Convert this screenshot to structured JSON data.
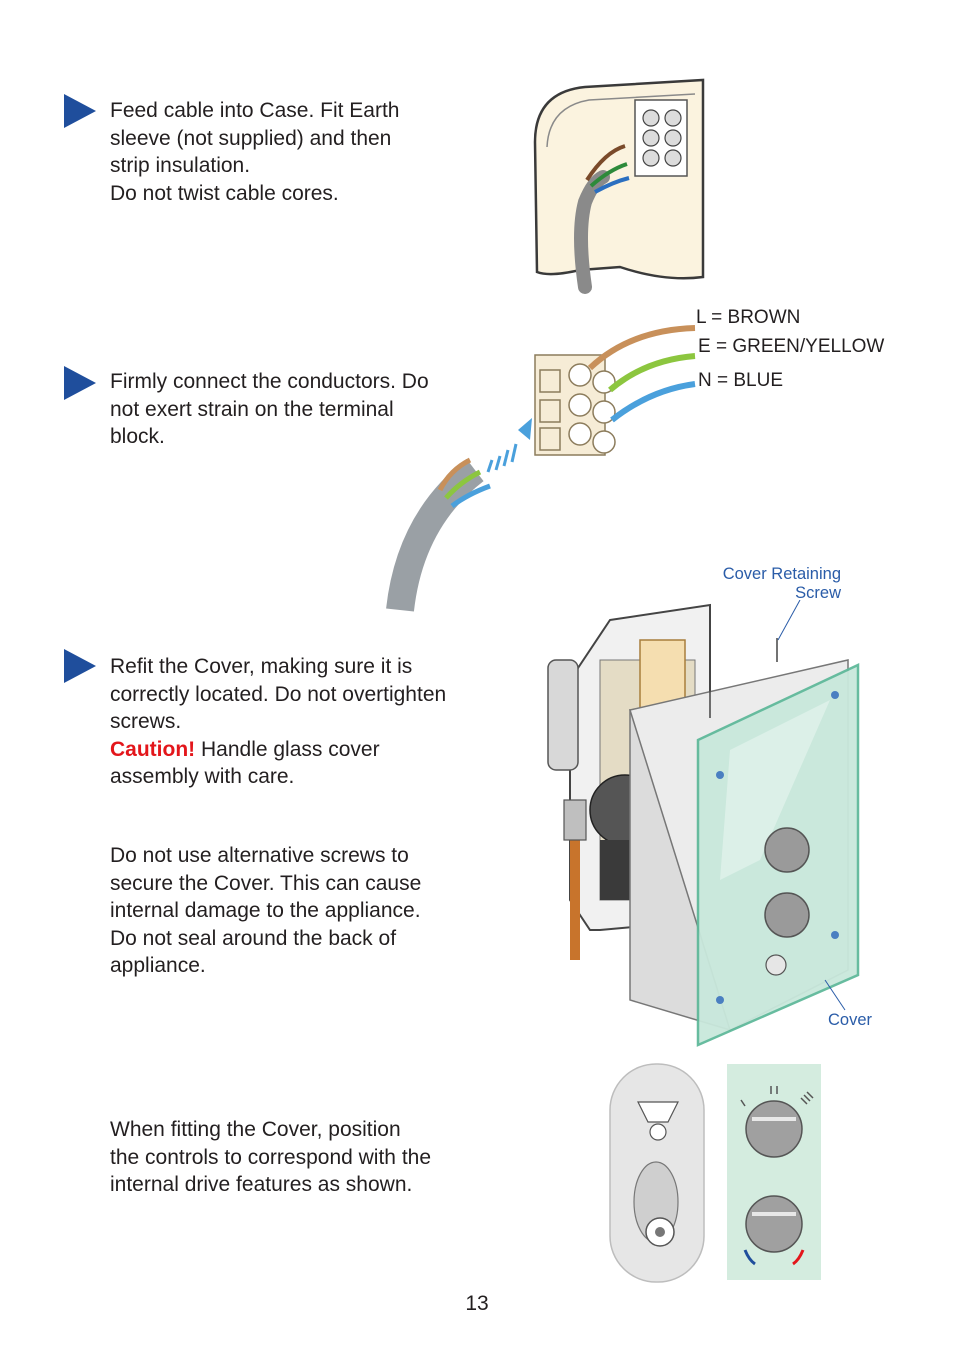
{
  "steps": [
    {
      "lines": [
        "Feed cable into Case.  Fit Earth",
        "sleeve (not supplied) and then",
        "strip insulation.",
        "Do not twist cable cores."
      ]
    },
    {
      "lines": [
        "Firmly connect the conductors.  Do",
        "not exert strain on the terminal",
        "block."
      ]
    },
    {
      "lines": [
        "Refit the Cover, making sure it is",
        "correctly located. Do not overtighten",
        "screws."
      ],
      "caution_label": "Caution!",
      "caution_text": " Handle glass cover",
      "caution_line2": "assembly with care."
    }
  ],
  "notes": [
    {
      "lines": [
        "Do not use alternative screws to",
        "secure the Cover. This can cause",
        "internal damage to the appliance.",
        "Do not seal around the back of",
        "appliance."
      ]
    },
    {
      "lines": [
        "When fitting the Cover, position",
        "the controls to correspond with the",
        "internal drive features as shown."
      ]
    }
  ],
  "wire_legend": {
    "live": "L = BROWN",
    "earth": "E = GREEN/YELLOW",
    "neutral": "N = BLUE"
  },
  "callouts": {
    "screw_line1": "Cover Retaining",
    "screw_line2": "Screw",
    "cover": "Cover"
  },
  "page_number": "13",
  "colors": {
    "step_arrow": "#1f4e9c",
    "caution": "#e3161b",
    "callout": "#2a5ca8",
    "brown_wire": "#c8905a",
    "green_yellow_wire": "#8cc63f",
    "blue_wire": "#4aa0dc",
    "glass": "#c9e8dc"
  }
}
